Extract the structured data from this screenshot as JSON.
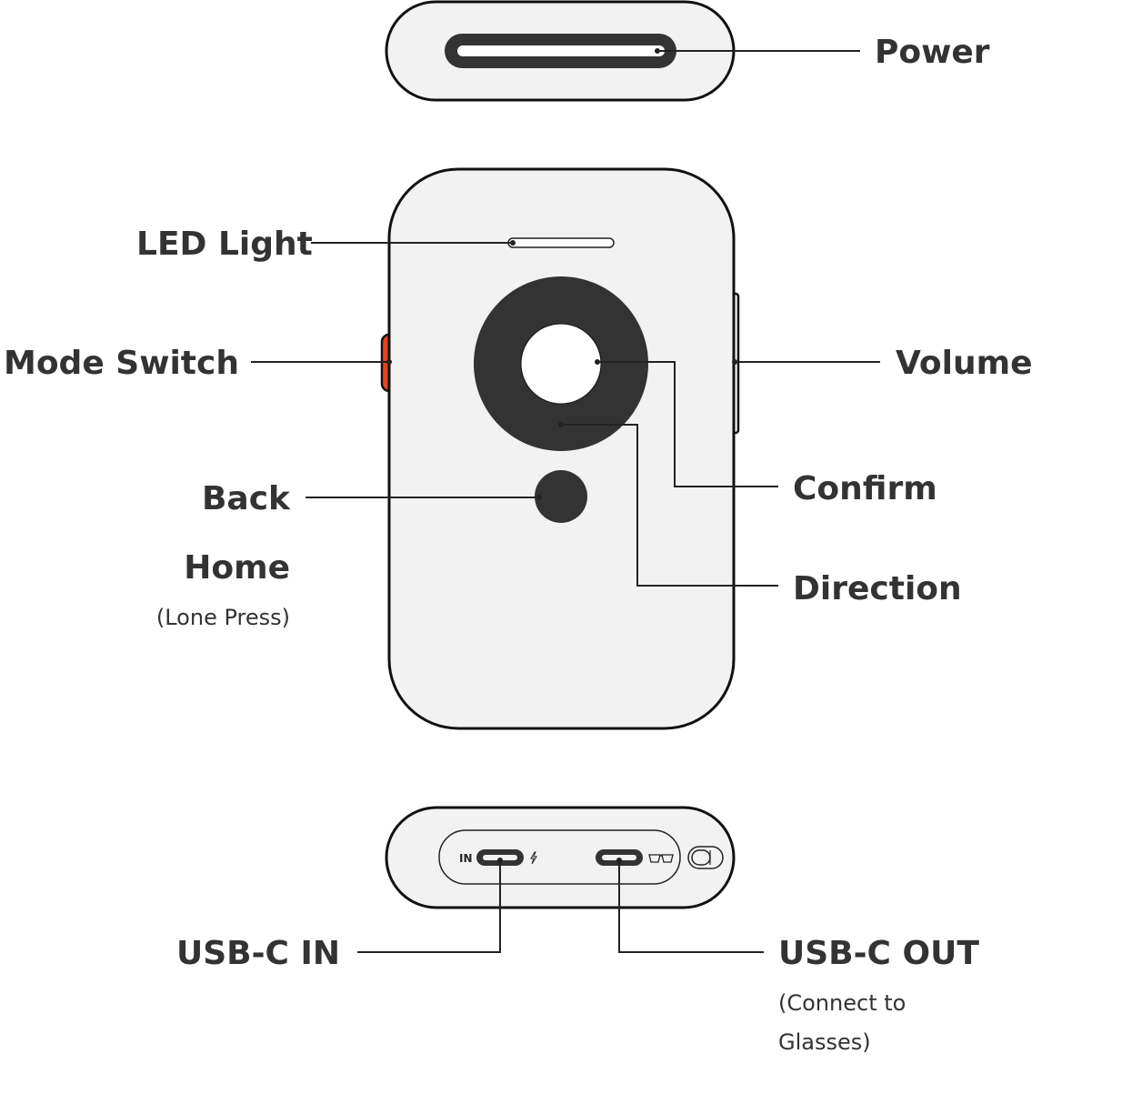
{
  "colors": {
    "body_fill": "#f2f2f2",
    "outline": "#111111",
    "button_dark": "#333333",
    "mode_switch": "#e8441a",
    "label_text": "#333333"
  },
  "labels": {
    "power": "Power",
    "led_light": "LED Light",
    "mode_switch": "Mode Switch",
    "volume": "Volume",
    "confirm": "Confirm",
    "back": "Back",
    "direction": "Direction",
    "home": "Home",
    "home_sub": "(Lone Press)",
    "usb_in": "USB-C IN",
    "usb_out": "USB-C OUT",
    "usb_out_sub_1": "(Connect to",
    "usb_out_sub_2": "Glasses)"
  },
  "port_marks": {
    "in": "IN"
  },
  "icons": [
    "lightning-icon",
    "glasses-icon",
    "toggle-switch-icon"
  ]
}
